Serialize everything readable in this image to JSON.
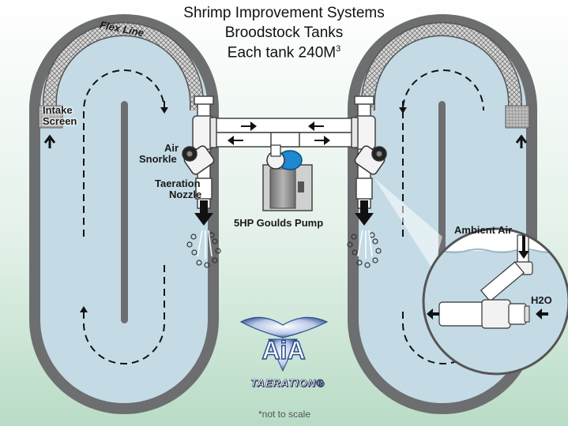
{
  "title": {
    "line1": "Shrimp Improvement Systems",
    "line2": "Broodstock Tanks",
    "line3": "Each tank 240M",
    "line3_sup": "3"
  },
  "labels": {
    "flex_line": "Flex Line",
    "intake_screen_1": "Intake",
    "intake_screen_2": "Screen",
    "air_snorkle_1": "Air",
    "air_snorkle_2": "Snorkle",
    "taeration_nozzle_1": "Taeration",
    "taeration_nozzle_2": "Nozzle",
    "pump": "5HP Goulds Pump",
    "ambient_air": "Ambient Air",
    "h2o": "H2O"
  },
  "logo": {
    "letters": "AiA",
    "brand": "TAERATION®"
  },
  "footnote": "*not to scale",
  "colors": {
    "background_top": "#ffffff",
    "background_bottom": "#b9dcc6",
    "tank_rim": "#6d6e70",
    "water": "#c4dbe6",
    "pipe": "#ffffff",
    "pipe_outline": "#444444",
    "pump_accent": "#1e88d0",
    "arrow": "#111111",
    "logo_blue": "#2b4c8c"
  },
  "icons": [
    "direction-arrow",
    "intake-screen-mesh",
    "flow-arrow",
    "bubble-cluster"
  ]
}
